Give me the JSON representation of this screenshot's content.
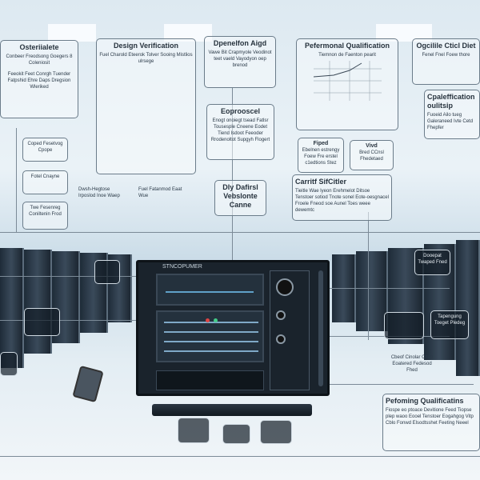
{
  "boxes": {
    "b1": {
      "title": "Osteriialete",
      "text": "Conbeer Freodsong Goegers 8 Coleniosit"
    },
    "b2": {
      "text": "Feeokit Feet Conrgh Tuender Fatpshid Ehre Daps Dregsion Wleriked"
    },
    "b3": {
      "title": "Design Verification",
      "text": "Fuel Charold Eteerok Tolver Sooing Mistlios ulrsege"
    },
    "b4": {
      "title": "Dpenelfon Aigd",
      "text": "Vawe Bit Crapmyole Veodinot teet vaeld Vayodyon oep brenod"
    },
    "b5": {
      "title": "Eoprooscel",
      "text": "Enogt onoiegt tsead Fatlsr Tousesple Cneene Eodet Tiend Isdoot Feeoder Rrodenoltot Supgyh Flogert"
    },
    "b6": {
      "title": "Pefermonal Qualification",
      "text": "Tiemnon de Faenton pearit"
    },
    "b7": {
      "title": "Ogcilile Cticl Diet",
      "text": "Fenel Fnel Foew thore"
    },
    "b8": {
      "title": "Cpaleffication oulitsip",
      "text": "Fuoeid Ailo tueg Galeraneed Ivte Cetd Fhepfer"
    },
    "b9": {
      "title": "Fiped",
      "text": "Ebelnen estrengy Foew Fre erstel c1edtions Stez"
    },
    "b10": {
      "title": "Vivd",
      "text": "Bred CCnsl Fhedetaed"
    },
    "b11": {
      "title": "Carritf SifCitler",
      "text": "Tieitle Wae lyeon Erehmelot Ditsoe Tenstoer sotiod Tnote sonel Eote-oesgnacel Froele Fneod soe Aunel Toes weee dewemtc"
    },
    "b12": {
      "title": "Dly Dafirsl Vebslonte Canne",
      "text": ""
    },
    "b13": {
      "text": "Coped Fesetvog Cpope"
    },
    "b14": {
      "text": "Fotel Cnayne"
    },
    "b15": {
      "text": "Twe Fesenreg Coniltenin Frod"
    },
    "b16": {
      "title": "Pefoming Qualificatins",
      "text": "Fiospe eo ptoace Devitione Feed Tiopse plep waoo Eooel Tenstoer Eogahgog Vitp Cblo Fonwd Elsodtsshet Feeting Neeel"
    },
    "b17": {
      "text": "Cbeof Cinolar Cltee Eoatered Fedesod Fhed"
    },
    "b18": {
      "text": "Tapengung Toeget Pledeg"
    },
    "b19": {
      "text": "Dooepat Twaped Fned"
    },
    "b20": {
      "text": "Dwsh-Hegtose Irposlod Inoe Waep"
    },
    "b21": {
      "text": "Fuel Fatanmod Eaat Wue"
    }
  },
  "equipment": {
    "label": "STNCOPUMER"
  },
  "colors": {
    "line": "#7b8a97",
    "box_border": "#6b7c8a",
    "equipment": "#1a232c"
  }
}
